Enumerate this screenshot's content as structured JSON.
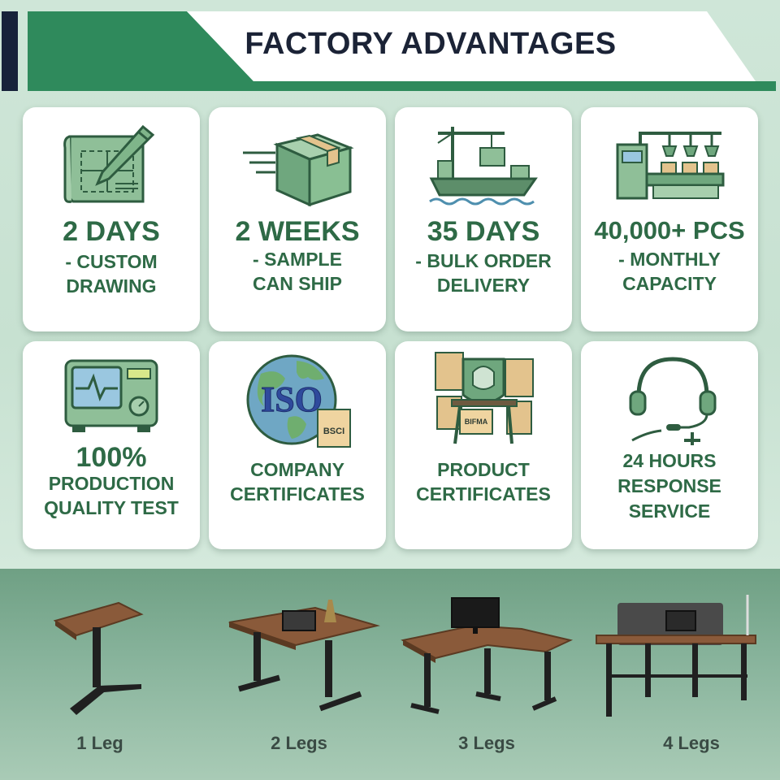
{
  "header": {
    "title": "FACTORY ADVANTAGES"
  },
  "cards": [
    {
      "big": "2 DAYS",
      "sub": "-  CUSTOM\nDRAWING",
      "icon": "blueprint-pencil-icon"
    },
    {
      "big": "2 WEEKS",
      "sub": "- SAMPLE\nCAN SHIP",
      "icon": "shipping-box-icon"
    },
    {
      "big": "35 DAYS",
      "sub": "- BULK ORDER\nDELIVERY",
      "icon": "cargo-ship-crane-icon"
    },
    {
      "big": "40,000+ PCS",
      "sub": "- MONTHLY\nCAPACITY",
      "icon": "production-line-icon"
    },
    {
      "big": "100%",
      "sub": "PRODUCTION\nQUALITY TEST",
      "icon": "testing-equipment-icon"
    },
    {
      "big": "",
      "sub": "COMPANY\nCERTIFICATES",
      "icon": "iso-globe-icon",
      "badge_iso": "ISO",
      "badge_bsci": "BSCI"
    },
    {
      "big": "",
      "sub": "PRODUCT\nCERTIFICATES",
      "icon": "certificate-documents-icon",
      "badge_bifma": "BIFMA"
    },
    {
      "big": "",
      "sub": "24 HOURS\nRESPONSE\nSERVICE",
      "icon": "headset-icon"
    }
  ],
  "desks": [
    {
      "label": "1 Leg"
    },
    {
      "label": "2 Legs"
    },
    {
      "label": "3 Legs"
    },
    {
      "label": "4 Legs"
    }
  ],
  "colors": {
    "brand_green": "#2e6a46",
    "banner_green": "#2f8a5c",
    "navy": "#17223a",
    "wood": "#8a5a3a"
  }
}
